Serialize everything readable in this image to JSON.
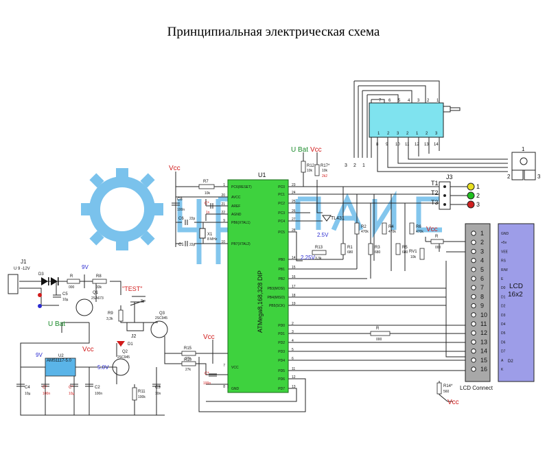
{
  "title": "Принципиальная электрическая схема",
  "mcu": {
    "ref": "U1",
    "name": "ATMega8,168,328 DIP",
    "left_pins": [
      {
        "num": "1",
        "name": "PC6(RESET)"
      },
      {
        "num": "20",
        "name": "AVCC"
      },
      {
        "num": "21",
        "name": "AREF"
      },
      {
        "num": "22",
        "name": "AGND"
      },
      {
        "num": "9",
        "name": "PB6(XTAL1)"
      },
      {
        "num": "10",
        "name": "PB7(XTAL2)"
      },
      {
        "num": "7",
        "name": "VCC"
      },
      {
        "num": "8",
        "name": "GND"
      }
    ],
    "right_pins": [
      {
        "num": "23",
        "name": "PC0"
      },
      {
        "num": "24",
        "name": "PC1"
      },
      {
        "num": "25",
        "name": "PC2"
      },
      {
        "num": "26",
        "name": "PC3"
      },
      {
        "num": "27",
        "name": "PC4"
      },
      {
        "num": "28",
        "name": "PC5"
      },
      {
        "num": "14",
        "name": "PB0"
      },
      {
        "num": "15",
        "name": "PB1"
      },
      {
        "num": "16",
        "name": "PB2"
      },
      {
        "num": "17",
        "name": "PB3(MOSI)"
      },
      {
        "num": "18",
        "name": "PB4(MISO)"
      },
      {
        "num": "19",
        "name": "PB5(SCK)"
      },
      {
        "num": "2",
        "name": "PD0"
      },
      {
        "num": "3",
        "name": "PD1"
      },
      {
        "num": "4",
        "name": "PD2"
      },
      {
        "num": "5",
        "name": "PD3"
      },
      {
        "num": "6",
        "name": "PD4"
      },
      {
        "num": "11",
        "name": "PD5"
      },
      {
        "num": "12",
        "name": "PD6"
      },
      {
        "num": "13",
        "name": "PD7"
      }
    ]
  },
  "labels": {
    "vcc": "Vcc",
    "ubat": "U Bat",
    "v9": "9V",
    "v50": "5.0V",
    "v25": "2.5V",
    "v225": "2.25V",
    "test": "\"TEST\"",
    "j1": "J1",
    "j1_val": "U 9 -12V",
    "j2": "J2",
    "j3": "J3",
    "lcd": "LCD",
    "lcd_size": "16x2",
    "lcd_connect": "LCD Connect",
    "sw": "Sw",
    "t1": "T1",
    "t2": "T2",
    "t3": "T3",
    "one": "1",
    "two": "2",
    "three": "3"
  },
  "components": {
    "r7": [
      "R7",
      "10k"
    ],
    "r8": [
      "R8",
      "33k"
    ],
    "r9": [
      "R9",
      "3,3k"
    ],
    "r10": [
      "R10",
      "27k"
    ],
    "r11": [
      "R11",
      "100k"
    ],
    "r12": [
      "R12",
      "10k"
    ],
    "r13": [
      "R13",
      "3,3k"
    ],
    "r14": [
      "R14*",
      "560"
    ],
    "r15": [
      "R15",
      "27k"
    ],
    "r17": [
      "R17*",
      "10k",
      "2k2"
    ],
    "r1": [
      "R1",
      "680"
    ],
    "r2": [
      "R2",
      "470k"
    ],
    "r3": [
      "R3",
      "680"
    ],
    "r4": [
      "R4",
      "470k"
    ],
    "r5": [
      "R5",
      "680"
    ],
    "r6": [
      "R6",
      "470k"
    ],
    "r_in": [
      "R",
      "000"
    ],
    "r_lcd": [
      "R",
      "000"
    ],
    "r_pd": [
      "R",
      "000"
    ],
    "rv1": [
      "RV1",
      "10k"
    ],
    "c1": [
      "C1",
      "22p"
    ],
    "c2": [
      "C2",
      "100n"
    ],
    "c3": [
      "C3",
      "10n"
    ],
    "c4": [
      "C4",
      "10µ"
    ],
    "c5": [
      "C5",
      "10µ"
    ],
    "c6": [
      "C6",
      "22p"
    ],
    "c8": [
      "C8",
      "100n"
    ],
    "cstar": [
      "C*",
      "100n"
    ],
    "cstar2": [
      "C*",
      "10µ"
    ],
    "cstar3": [
      "C*",
      "1n"
    ],
    "cstar4": [
      "C*",
      "100n"
    ],
    "q1": [
      "Q1",
      "2SA673"
    ],
    "q2": [
      "Q2",
      "2SC945"
    ],
    "q3": [
      "Q3",
      "2SC945"
    ],
    "d1": "D1",
    "d2": "D2",
    "d3": "D3",
    "x1": [
      "X1",
      "8 MHz"
    ],
    "u2": [
      "U2",
      "AMS1117-5.0"
    ],
    "tl431": "TL431"
  },
  "lcd_pins": [
    "1",
    "2",
    "3",
    "4",
    "5",
    "6",
    "7",
    "8",
    "9",
    "10",
    "11",
    "12",
    "13",
    "14",
    "15",
    "16"
  ],
  "lcd_signals": [
    "GND",
    "+5v",
    "VEE",
    "RS",
    "R/W",
    "E",
    "D0",
    "D1",
    "D2",
    "D3",
    "D4",
    "D5",
    "D6",
    "D7",
    "A",
    "K"
  ],
  "display_top": [
    "7",
    "6",
    "5",
    "4",
    "3",
    "2",
    "1"
  ],
  "display_bottom_a": [
    "1",
    "2",
    "3",
    "2",
    "1",
    "2",
    "3"
  ],
  "display_bottom_b": [
    "8",
    "9",
    "10",
    "11",
    "12",
    "13",
    "14"
  ],
  "colors": {
    "lcd_bg": "#9d9de8",
    "disp_bg": "#7fe3ef",
    "ind1": "#e8e020",
    "ind2": "#20c020",
    "ind3": "#d02020",
    "watermark": "#5ab4e8"
  }
}
